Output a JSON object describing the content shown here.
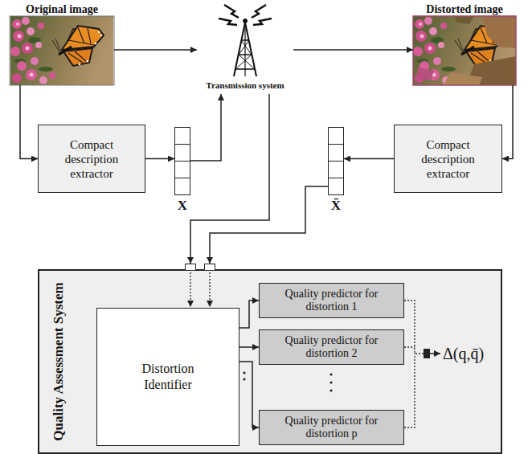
{
  "diagram": {
    "nodes": [
      {
        "text": [
          "Original image"
        ]
      },
      {
        "text": [
          "Transmission system"
        ]
      },
      {
        "text": [
          "Distorted image"
        ]
      },
      {
        "text": [
          "Compact description extractor"
        ]
      },
      {
        "text": [
          "X"
        ]
      },
      {
        "text": [
          "X̄"
        ]
      },
      {
        "text": [
          "Compact description extractor"
        ]
      },
      {
        "text": [
          "Quality Assessment System"
        ]
      },
      {
        "text": [
          "Distortion Identifier"
        ],
        "in": 7
      },
      {
        "text": [
          "Quality predictor for distortion 1"
        ],
        "in": 7
      },
      {
        "text": [
          "Quality predictor for distortion 2"
        ],
        "in": 7
      },
      {
        "text": [
          "Quality predictor for distortion p"
        ],
        "in": 7
      }
    ],
    "edges": [
      {
        "from": 0,
        "to": 1,
        "arrow": "to"
      },
      {
        "from": 1,
        "to": 2,
        "arrow": "to"
      },
      {
        "from": 0,
        "to": 3,
        "arrow": "to"
      },
      {
        "from": 3,
        "to": 4,
        "arrow": "to"
      },
      {
        "from": 4,
        "to": 1,
        "arrow": "to"
      },
      {
        "from": 2,
        "to": 6,
        "arrow": "to"
      },
      {
        "from": 6,
        "to": 5,
        "arrow": "to"
      },
      {
        "from": 1,
        "to": 7,
        "arrow": "to"
      },
      {
        "from": 5,
        "to": 7,
        "arrow": "to"
      },
      {
        "from": 8,
        "to": 9,
        "arrow": "to"
      },
      {
        "from": 8,
        "to": 10,
        "arrow": "to"
      },
      {
        "from": 8,
        "to": 11,
        "arrow": "to"
      }
    ],
    "labels": [
      "Δ(q,q̄)"
    ]
  }
}
